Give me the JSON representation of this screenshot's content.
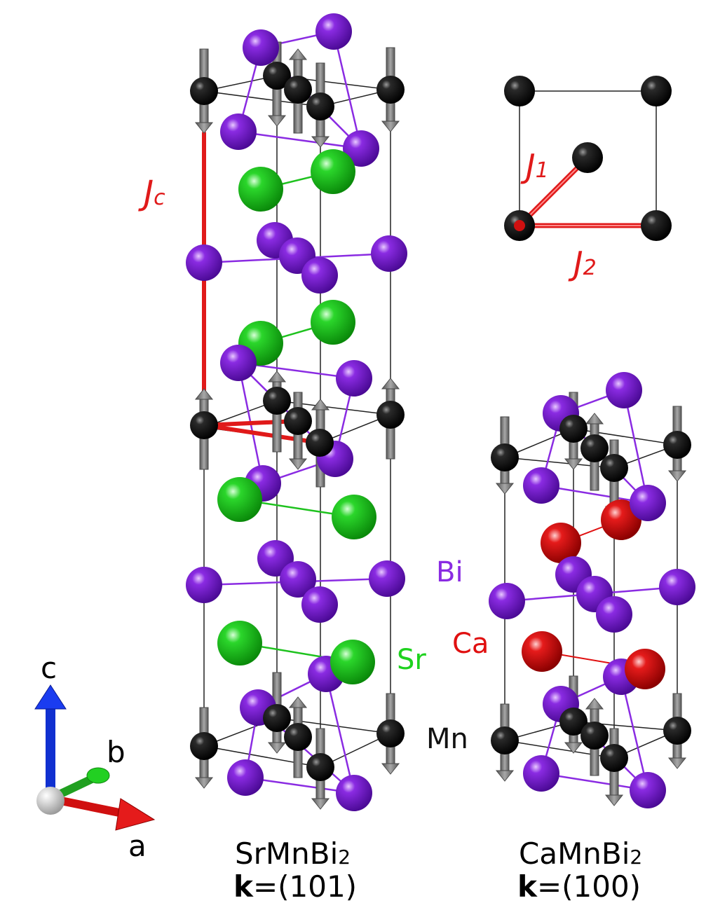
{
  "colors": {
    "mn": "#111111",
    "bi": "#7a1fd6",
    "sr": "#1ec21e",
    "ca": "#e01010",
    "exchange": "#e01a1a",
    "spin": "#707070",
    "cell": "#222222",
    "axis_a": "#e01010",
    "axis_b": "#20b020",
    "axis_c": "#1030d0"
  },
  "labels": {
    "jc": "J",
    "jc_sub": "c",
    "j1": "J",
    "j1_sub": "1",
    "j2": "J",
    "j2_sub": "2",
    "bi": "Bi",
    "sr": "Sr",
    "ca": "Ca",
    "mn": "Mn",
    "axis_a": "a",
    "axis_b": "b",
    "axis_c": "c"
  },
  "compounds": [
    {
      "formula": "SrMnBi",
      "sub": "2",
      "k_bold": "k",
      "k_value": "=(101)"
    },
    {
      "formula": "CaMnBi",
      "sub": "2",
      "k_bold": "k",
      "k_value": "=(100)"
    }
  ]
}
